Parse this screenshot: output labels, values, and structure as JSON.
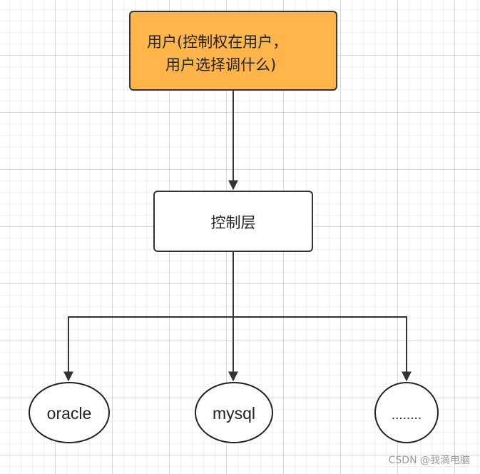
{
  "diagram": {
    "user_node": {
      "line1": "用户(控制权在用户，",
      "line2": "用户选择调什么)",
      "fill": "#ffb549",
      "stroke": "#333333"
    },
    "control_node": {
      "label": "控制层",
      "fill": "#ffffff"
    },
    "db_nodes": [
      {
        "label": "oracle"
      },
      {
        "label": "mysql"
      },
      {
        "label": "........"
      }
    ],
    "edge_color": "#333333"
  },
  "watermark": "CSDN @我滴电脑"
}
